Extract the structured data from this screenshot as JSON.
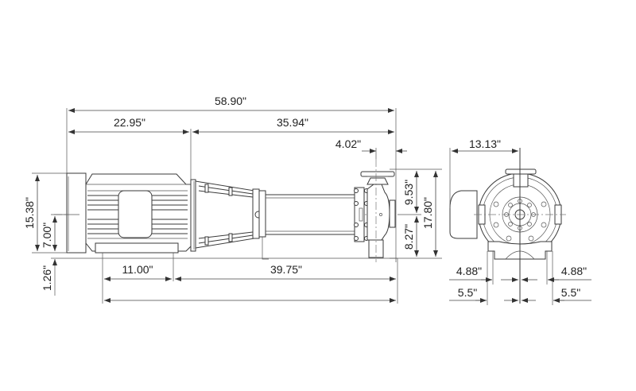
{
  "drawing": {
    "title": "Pump assembly dimension drawing",
    "units": "inches",
    "side_view": {
      "dimensions": {
        "overall_length": "58.90\"",
        "motor_length": "22.95\"",
        "pump_length": "35.94\"",
        "discharge_offset": "4.02\"",
        "motor_height": "15.38\"",
        "shaft_centerline_height": "7.00\"",
        "base_height": "1.26\"",
        "motor_foot_spacing": "11.00\"",
        "foot_to_pump_center": "39.75\"",
        "discharge_height": "9.53\"",
        "suction_depth": "8.27\"",
        "total_height": "17.80\""
      }
    },
    "end_view": {
      "dimensions": {
        "width_to_center": "13.13\"",
        "foot_inner_left": "4.88\"",
        "foot_inner_right": "4.88\"",
        "foot_outer_left": "5.5\"",
        "foot_outer_right": "5.5\""
      }
    }
  }
}
